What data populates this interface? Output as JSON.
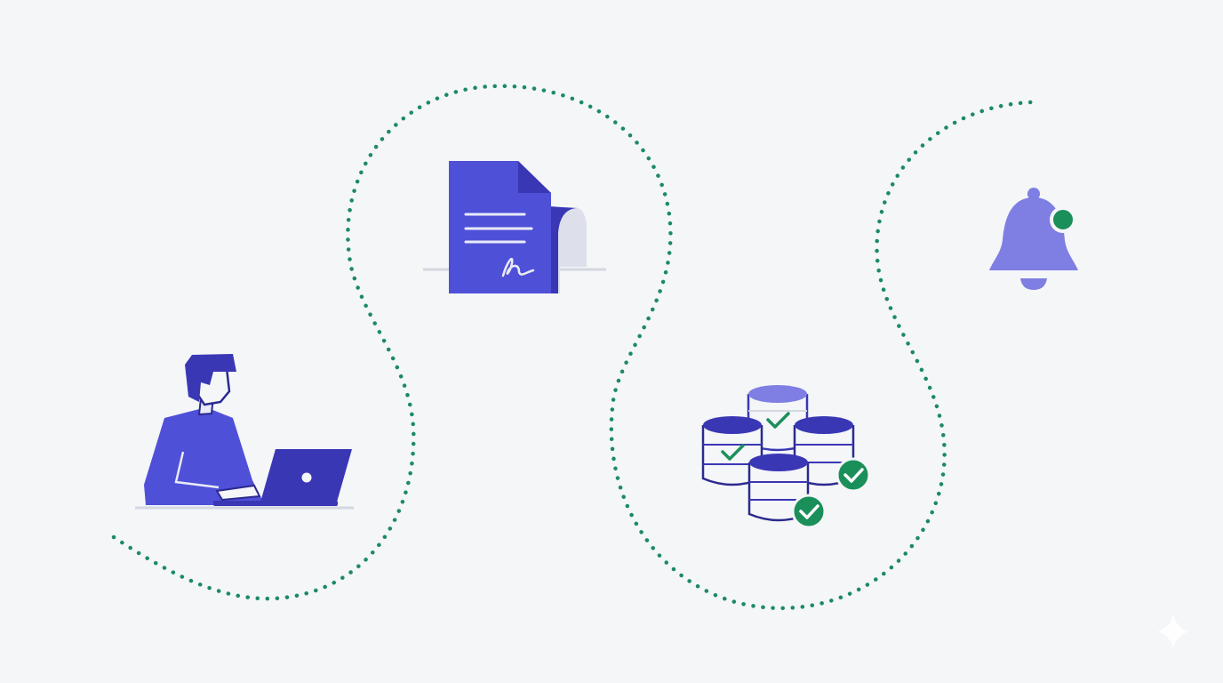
{
  "palette": {
    "background": "#f4f6f8",
    "primary": "#4f50d8",
    "primary_dark": "#3a37b5",
    "primary_light": "#7e7ee3",
    "path_green": "#1c8a62",
    "success_green": "#1b8f5a",
    "stroke_dark": "#2c2a8f",
    "line_gray": "#d4d8e0"
  },
  "flow": {
    "steps": [
      {
        "id": "user",
        "icon": "person-laptop-icon"
      },
      {
        "id": "document",
        "icon": "signed-document-icon"
      },
      {
        "id": "databases",
        "icon": "verified-databases-icon"
      },
      {
        "id": "notification",
        "icon": "bell-notification-icon"
      }
    ],
    "connector_style": "dotted"
  }
}
